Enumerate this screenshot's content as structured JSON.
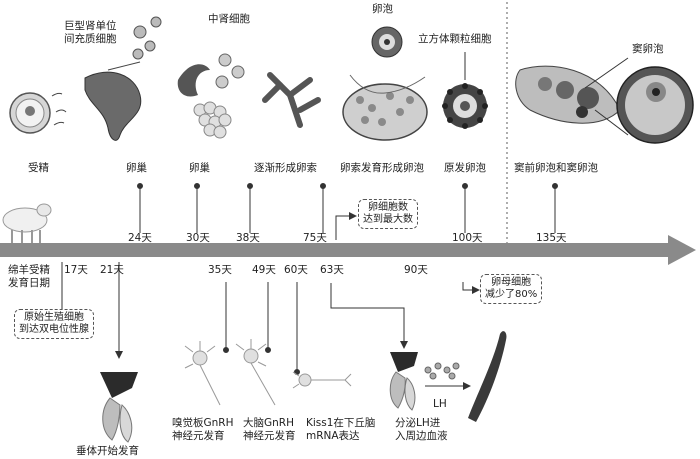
{
  "stages": {
    "fertilization": "受精",
    "ovary_1": "卵巢",
    "ovary_2": "卵巢",
    "cord": "逐渐形成卵索",
    "cord_follicle": "卵索发育形成卵泡",
    "primordial": "原发卵泡",
    "preantral": "窦前卵泡和窦卵泡"
  },
  "top_labels": {
    "giant_kidney": "巨型肾单位\n间充质细胞",
    "mesonephros": "中肾细胞",
    "oocyte": "卵泡",
    "cuboidal": "立方体颗粒细胞",
    "antral": "窦卵泡"
  },
  "upper_days": [
    "24天",
    "30天",
    "38天",
    "75天",
    "100天",
    "135天"
  ],
  "lower_days": [
    "17天",
    "21天",
    "35天",
    "49天",
    "60天",
    "63天",
    "90天"
  ],
  "left_caption": "绵羊受精\n发育日期",
  "boxes": {
    "oocyte_max": "卵细胞数\n达到最大数",
    "primordial_germ": "原始生殖细胞\n到达双电位性腺",
    "oocyte_reduce": "卵母细胞\n减少了80%"
  },
  "bottom_labels": {
    "pituitary": "垂体开始发育",
    "olfactory": "嗅觉板GnRH\n神经元发育",
    "brain": "大脑GnRH\n神经元发育",
    "kiss1": "Kiss1在下丘脑\nmRNA表达",
    "lh": "LH",
    "lh_release": "分泌LH进\n入周边血液"
  },
  "colors": {
    "arrow": "#8a8a8a",
    "axis_line": "#333333",
    "divider": "#777777"
  }
}
